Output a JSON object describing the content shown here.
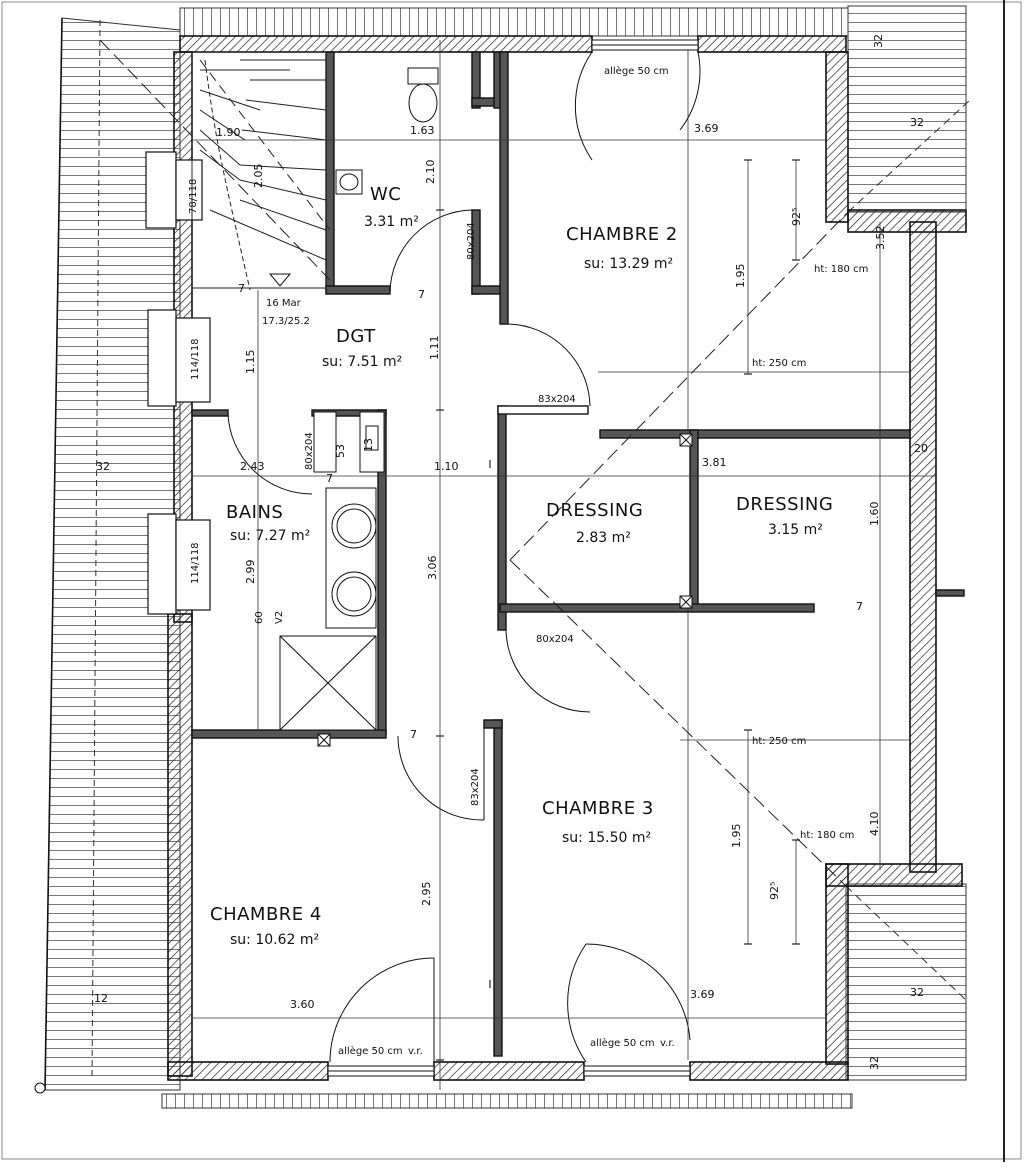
{
  "plan": {
    "rooms": [
      {
        "id": "wc",
        "name": "WC",
        "area": "3.31 m²"
      },
      {
        "id": "chambre2",
        "name": "CHAMBRE 2",
        "area": "su: 13.29 m²"
      },
      {
        "id": "dgt",
        "name": "DGT",
        "area": "su: 7.51 m²"
      },
      {
        "id": "bains",
        "name": "BAINS",
        "area": "su: 7.27 m²"
      },
      {
        "id": "dressing1",
        "name": "DRESSING",
        "area": "2.83 m²"
      },
      {
        "id": "dressing2",
        "name": "DRESSING",
        "area": "3.15 m²"
      },
      {
        "id": "chambre3",
        "name": "CHAMBRE 3",
        "area": "su: 15.50 m²"
      },
      {
        "id": "chambre4",
        "name": "CHAMBRE 4",
        "area": "su: 10.62 m²"
      }
    ],
    "notes": {
      "allege_top": "allège 50 cm",
      "allege_bl": "allège 50 cm",
      "allege_bl_vr": "v.r.",
      "allege_br": "allège 50 cm",
      "allege_br_vr": "v.r.",
      "ht180_top": "ht: 180 cm",
      "ht250_top": "ht: 250 cm",
      "ht250_bot": "ht: 250 cm",
      "ht180_bot": "ht: 180 cm",
      "stair_1": "16 Mar",
      "stair_2": "17.3/25.2"
    },
    "windows": {
      "w1": "78/118",
      "w2": "114/118",
      "w3": "114/118"
    },
    "doors": {
      "d_wc": "80x204",
      "d_ch2": "83x204",
      "d_bains": "80x204",
      "d_ch3": "80x204",
      "d_ch4": "83x204"
    },
    "dims": {
      "d190": "1.90",
      "d205": "2.05",
      "d163": "1.63",
      "d210": "2.10",
      "d369_top": "3.69",
      "d32_tr1": "32",
      "d32_tr2": "32",
      "d352": "3.52",
      "d925_top": "92⁵",
      "d195_top": "1.95",
      "d7_a": "7",
      "d7_b": "7",
      "d115": "1.15",
      "d111": "1.11",
      "d53": "53",
      "d13": "13",
      "d243": "2.43",
      "d32_left": "32",
      "d110": "1.10",
      "d381": "3.81",
      "d20": "20",
      "d160": "1.60",
      "d299": "2.99",
      "d60": "60",
      "dV2": "V2",
      "d306": "3.06",
      "d7_c": "7",
      "d7_d": "7",
      "d7_e": "7",
      "d195_bot": "1.95",
      "d410": "4.10",
      "d925_bot": "92⁵",
      "d295": "2.95",
      "d360": "3.60",
      "d369_bot": "3.69",
      "d12": "12",
      "d32_br1": "32",
      "d32_br2": "32"
    }
  }
}
